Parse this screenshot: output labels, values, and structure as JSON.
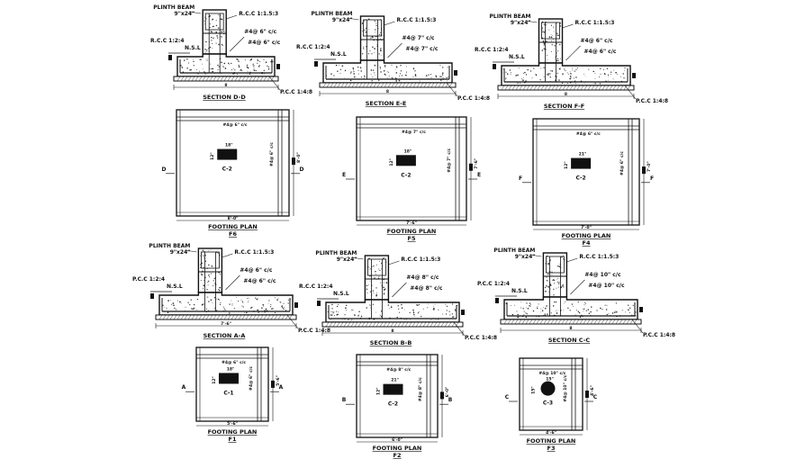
{
  "sections": [
    {
      "id": "D",
      "title": "SECTION D-D",
      "beam": "PLINTH BEAM",
      "beam_size": "9\"x24\"",
      "rcc_col": "R.C.C 1:1.5:3",
      "rcc_base": "R.C.C 1:2:4",
      "nsl": "N.S.L",
      "bar1": "#4@ 6\" c/c",
      "bar2": "#4@ 6\" c/c",
      "pcc": "P.C.C 1:4:8",
      "dim": "8"
    },
    {
      "id": "E",
      "title": "SECTION E-E",
      "beam": "PLINTH BEAM",
      "beam_size": "9\"x24\"",
      "rcc_col": "R.C.C 1:1.5:3",
      "rcc_base": "R.C.C 1:2:4",
      "nsl": "N.S.L",
      "bar1": "#4@ 7\" c/c",
      "bar2": "#4@ 7\" c/c",
      "pcc": "P.C.C 1:4:8",
      "dim": "8"
    },
    {
      "id": "F",
      "title": "SECTION F-F",
      "beam": "PLINTH BEAM",
      "beam_size": "9\"x24\"",
      "rcc_col": "R.C.C 1:1.5:3",
      "rcc_base": "R.C.C 1:2:4",
      "nsl": "N.S.L",
      "bar1": "#4@ 6\" c/c",
      "bar2": "#4@ 6\" c/c",
      "pcc": "P.C.C 1:4:8",
      "dim": "8"
    },
    {
      "id": "A",
      "title": "SECTION A-A",
      "beam": "PLINTH BEAM",
      "beam_size": "9\"x24\"",
      "rcc_col": "R.C.C 1:1.5:3",
      "rcc_base": "P.C.C 1:2:4",
      "nsl": "N.S.L",
      "bar1": "#4@ 6\" c/c",
      "bar2": "#4@ 6\" c/c",
      "pcc": "P.C.C 1:4:8",
      "dim": "7'-6\""
    },
    {
      "id": "B",
      "title": "SECTION B-B",
      "beam": "PLINTH BEAM",
      "beam_size": "9\"x24\"",
      "rcc_col": "R.C.C 1:1.5:3",
      "rcc_base": "R.C.C 1:2:4",
      "nsl": "N.S.L",
      "bar1": "#4@ 8\" c/c",
      "bar2": "#4@ 8\" c/c",
      "pcc": "P.C.C 1:4:8",
      "dim": "8"
    },
    {
      "id": "C",
      "title": "SECTION C-C",
      "beam": "PLINTH BEAM",
      "beam_size": "9\"x24\"",
      "rcc_col": "R.C.C 1:1.5:3",
      "rcc_base": "P.C.C 1:2:4",
      "nsl": "N.S.L",
      "bar1": "#4@ 10\" c/c",
      "bar2": "#4@ 10\" c/c",
      "pcc": "P.C.C 1:4:8",
      "dim": "8"
    }
  ],
  "plans": [
    {
      "title": "FOOTING PLAN",
      "num": "F6",
      "col": "C-2",
      "cut": "D",
      "bar_h": "#4@ 6\" c/c",
      "bar_v": "#4@ 6\" c/c",
      "dim_w": "8'-0\"",
      "dim_h": "8'-0\"",
      "col_w": "18\"",
      "col_h": "12\""
    },
    {
      "title": "FOOTING PLAN",
      "num": "F5",
      "col": "C-2",
      "cut": "E",
      "bar_h": "#4@ 7\" c/c",
      "bar_v": "#4@ 7\" c/c",
      "dim_w": "7'-6\"",
      "dim_h": "7'-6\"",
      "col_w": "18\"",
      "col_h": "12\""
    },
    {
      "title": "FOOTING PLAN",
      "num": "F4",
      "col": "C-2",
      "cut": "F",
      "bar_h": "#4@ 6\" c/c",
      "bar_v": "#4@ 6\" c/c",
      "dim_w": "7'-0\"",
      "dim_h": "7'-0\"",
      "col_w": "21\"",
      "col_h": "12\""
    },
    {
      "title": "FOOTING PLAN",
      "num": "F1",
      "col": "C-1",
      "cut": "A",
      "bar_h": "#4@ 6\" c/c",
      "bar_v": "#4@ 6\" c/c",
      "dim_w": "5'-6\"",
      "dim_h": "5'-6\"",
      "col_w": "18\"",
      "col_h": "12\""
    },
    {
      "title": "FOOTING PLAN",
      "num": "F2",
      "col": "C-2",
      "cut": "B",
      "bar_h": "#4@ 8\" c/c",
      "bar_v": "#4@ 8\" c/c",
      "dim_w": "6'-0\"",
      "dim_h": "6'-0\"",
      "col_w": "21\"",
      "col_h": "12\""
    },
    {
      "title": "FOOTING PLAN",
      "num": "F3",
      "col": "C-3",
      "cut": "C",
      "bar_h": "#4@ 10\" c/c",
      "bar_v": "#4@ 10\" c/c",
      "dim_w": "4'-6\"",
      "dim_h": "4'-6\"",
      "col_w": "15\"",
      "col_h": "15\""
    }
  ]
}
